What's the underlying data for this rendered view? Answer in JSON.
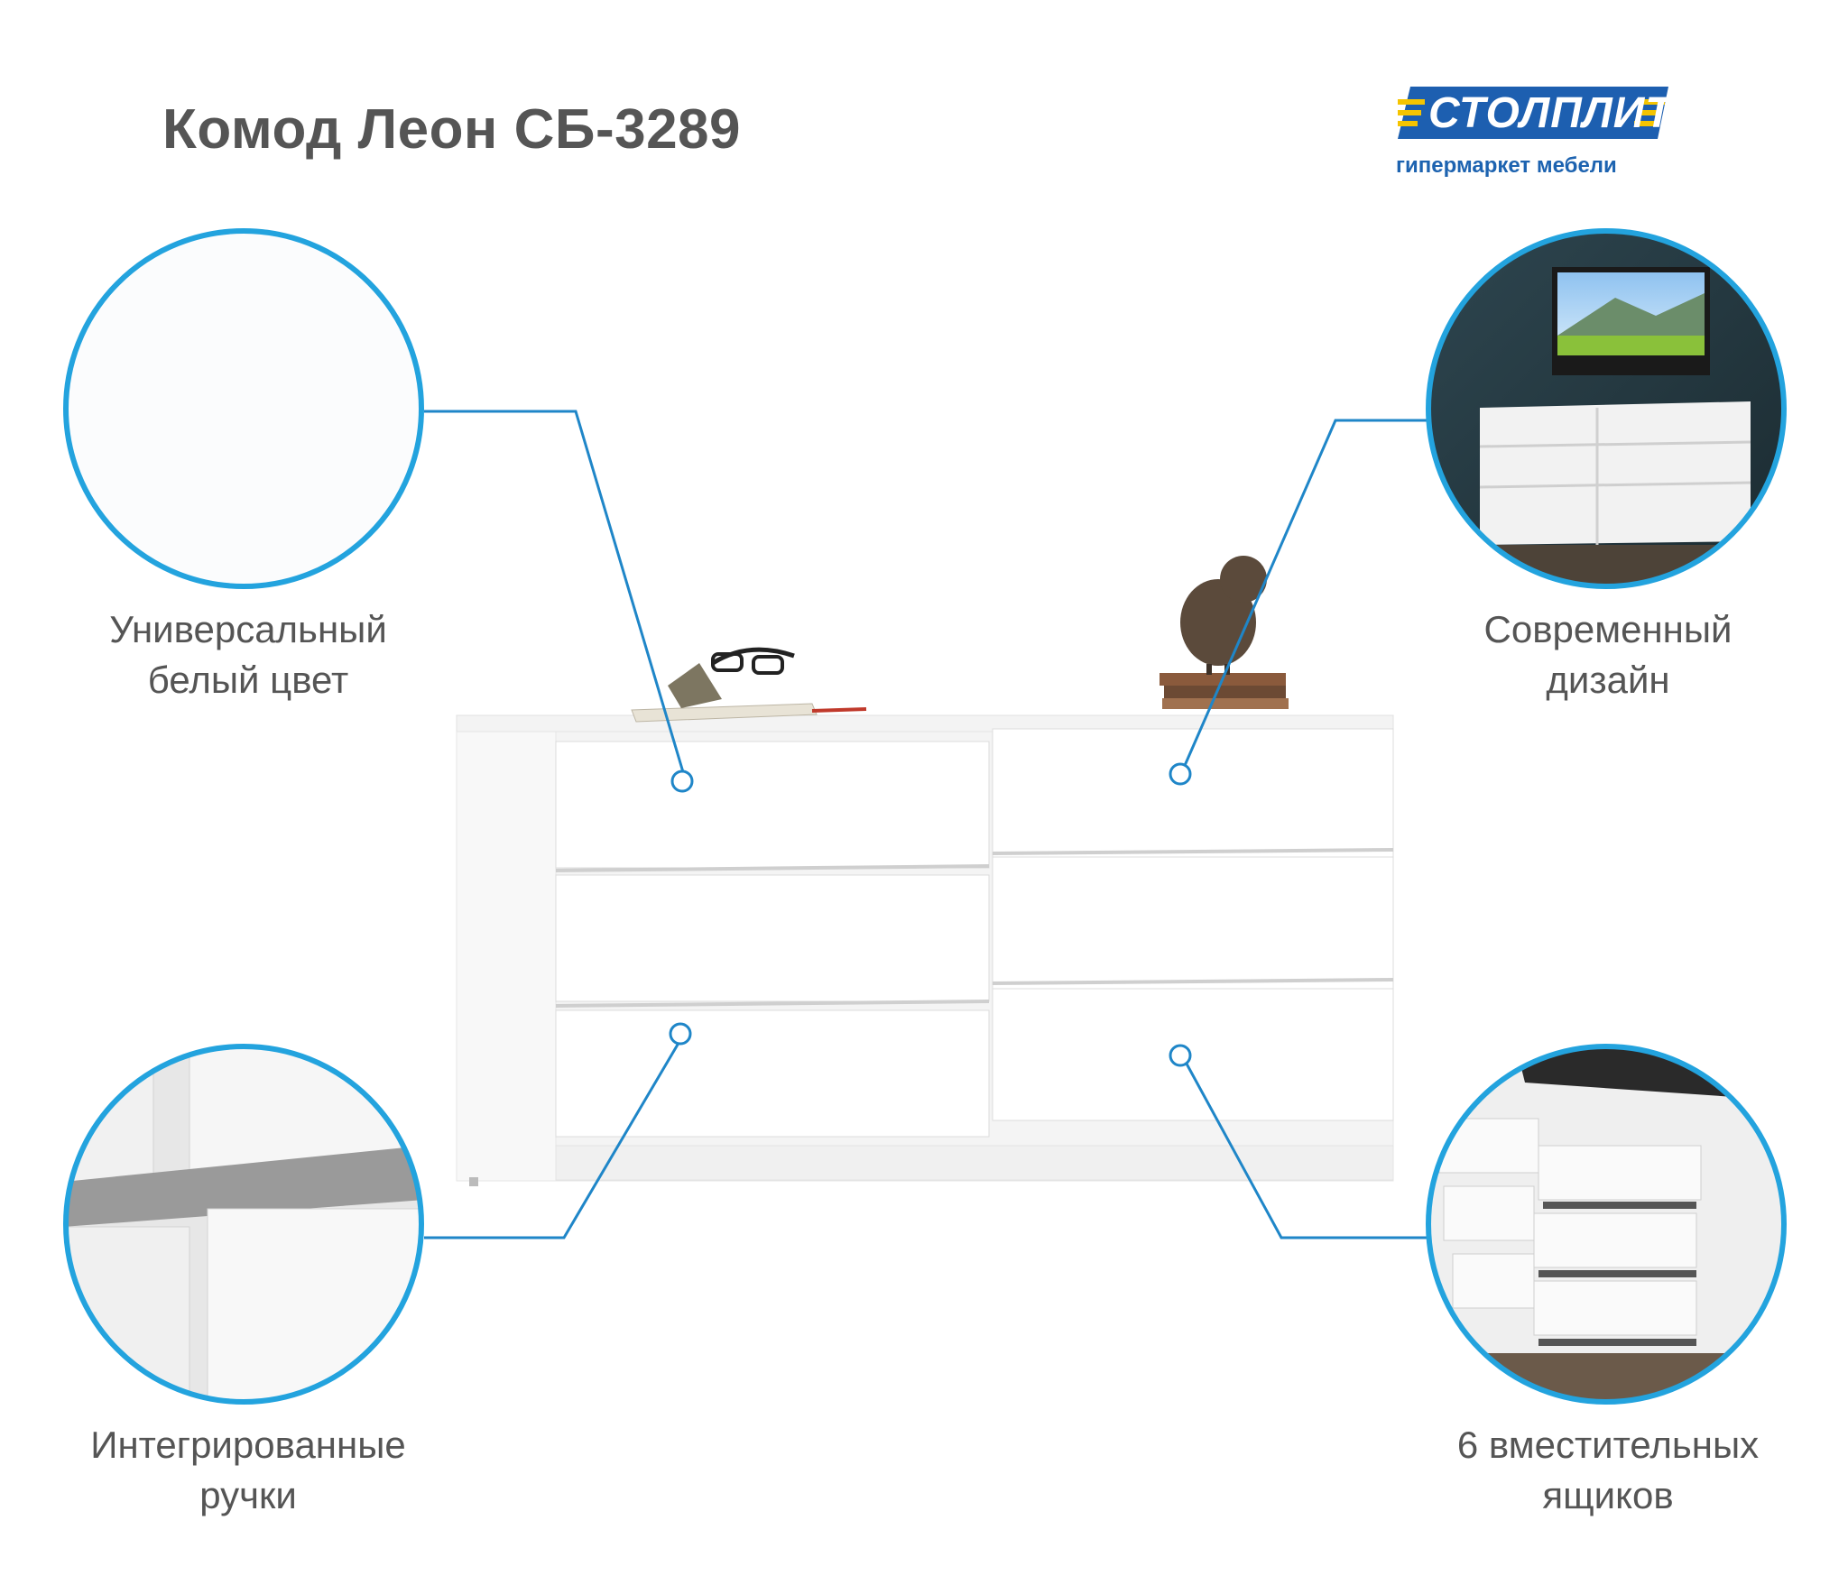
{
  "product": {
    "title": "Комод Леон СБ-3289"
  },
  "logo": {
    "brand": "СТОЛПЛИТ",
    "tagline": "гипермаркет мебели"
  },
  "features": [
    {
      "line1": "Универсальный",
      "line2": "белый цвет"
    },
    {
      "line1": "Современный",
      "line2": "дизайн"
    },
    {
      "line1": "Интегрированные",
      "line2": "ручки"
    },
    {
      "line1": "6 вместительных",
      "line2": "ящиков"
    }
  ],
  "colors": {
    "accent": "#1f86c8",
    "ring": "#23a3de",
    "text": "#555555",
    "logo_blue": "#1d5fb0",
    "logo_yellow": "#f5c400"
  }
}
